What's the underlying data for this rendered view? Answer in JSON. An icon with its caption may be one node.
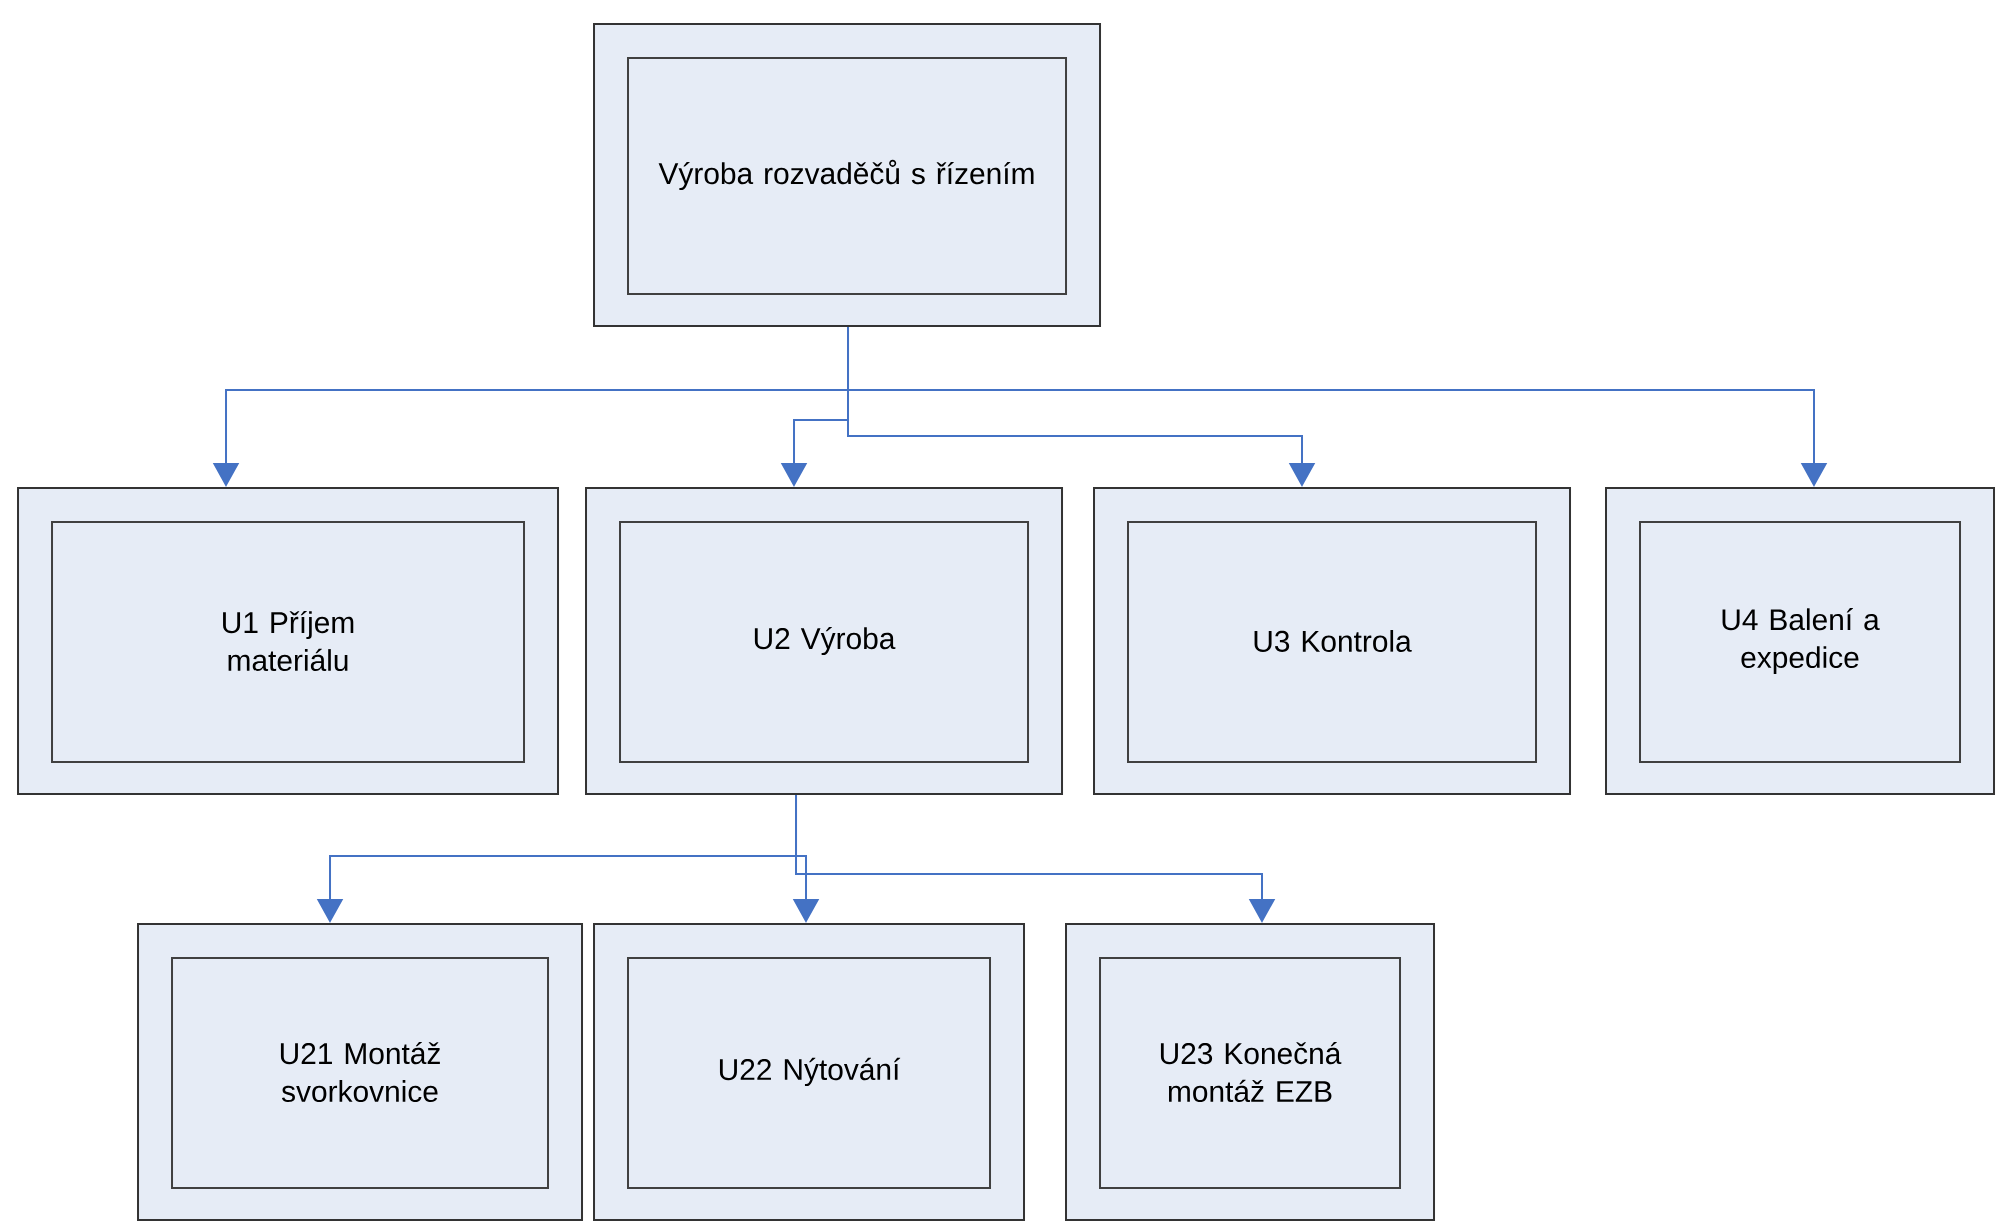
{
  "diagram": {
    "nodes": [
      {
        "text": [
          "Výroba rozvaděčů s řízením"
        ]
      },
      {
        "text": [
          "U1 Příjem materiálu"
        ]
      },
      {
        "text": [
          "U2 Výroba"
        ]
      },
      {
        "text": [
          "U3 Kontrola"
        ]
      },
      {
        "text": [
          "U4 Balení a expedice"
        ]
      },
      {
        "text": [
          "U21 Montáž svorkovnice"
        ]
      },
      {
        "text": [
          "U22 Nýtování"
        ]
      },
      {
        "text": [
          "U23 Konečná montáž EZB"
        ]
      }
    ],
    "edges": [
      {
        "from": 0,
        "to": 1,
        "arrow": "to"
      },
      {
        "from": 0,
        "to": 2,
        "arrow": "to"
      },
      {
        "from": 0,
        "to": 3,
        "arrow": "to"
      },
      {
        "from": 0,
        "to": 4,
        "arrow": "to"
      },
      {
        "from": 2,
        "to": 5,
        "arrow": "to"
      },
      {
        "from": 2,
        "to": 6,
        "arrow": "to"
      },
      {
        "from": 2,
        "to": 7,
        "arrow": "to"
      }
    ]
  }
}
